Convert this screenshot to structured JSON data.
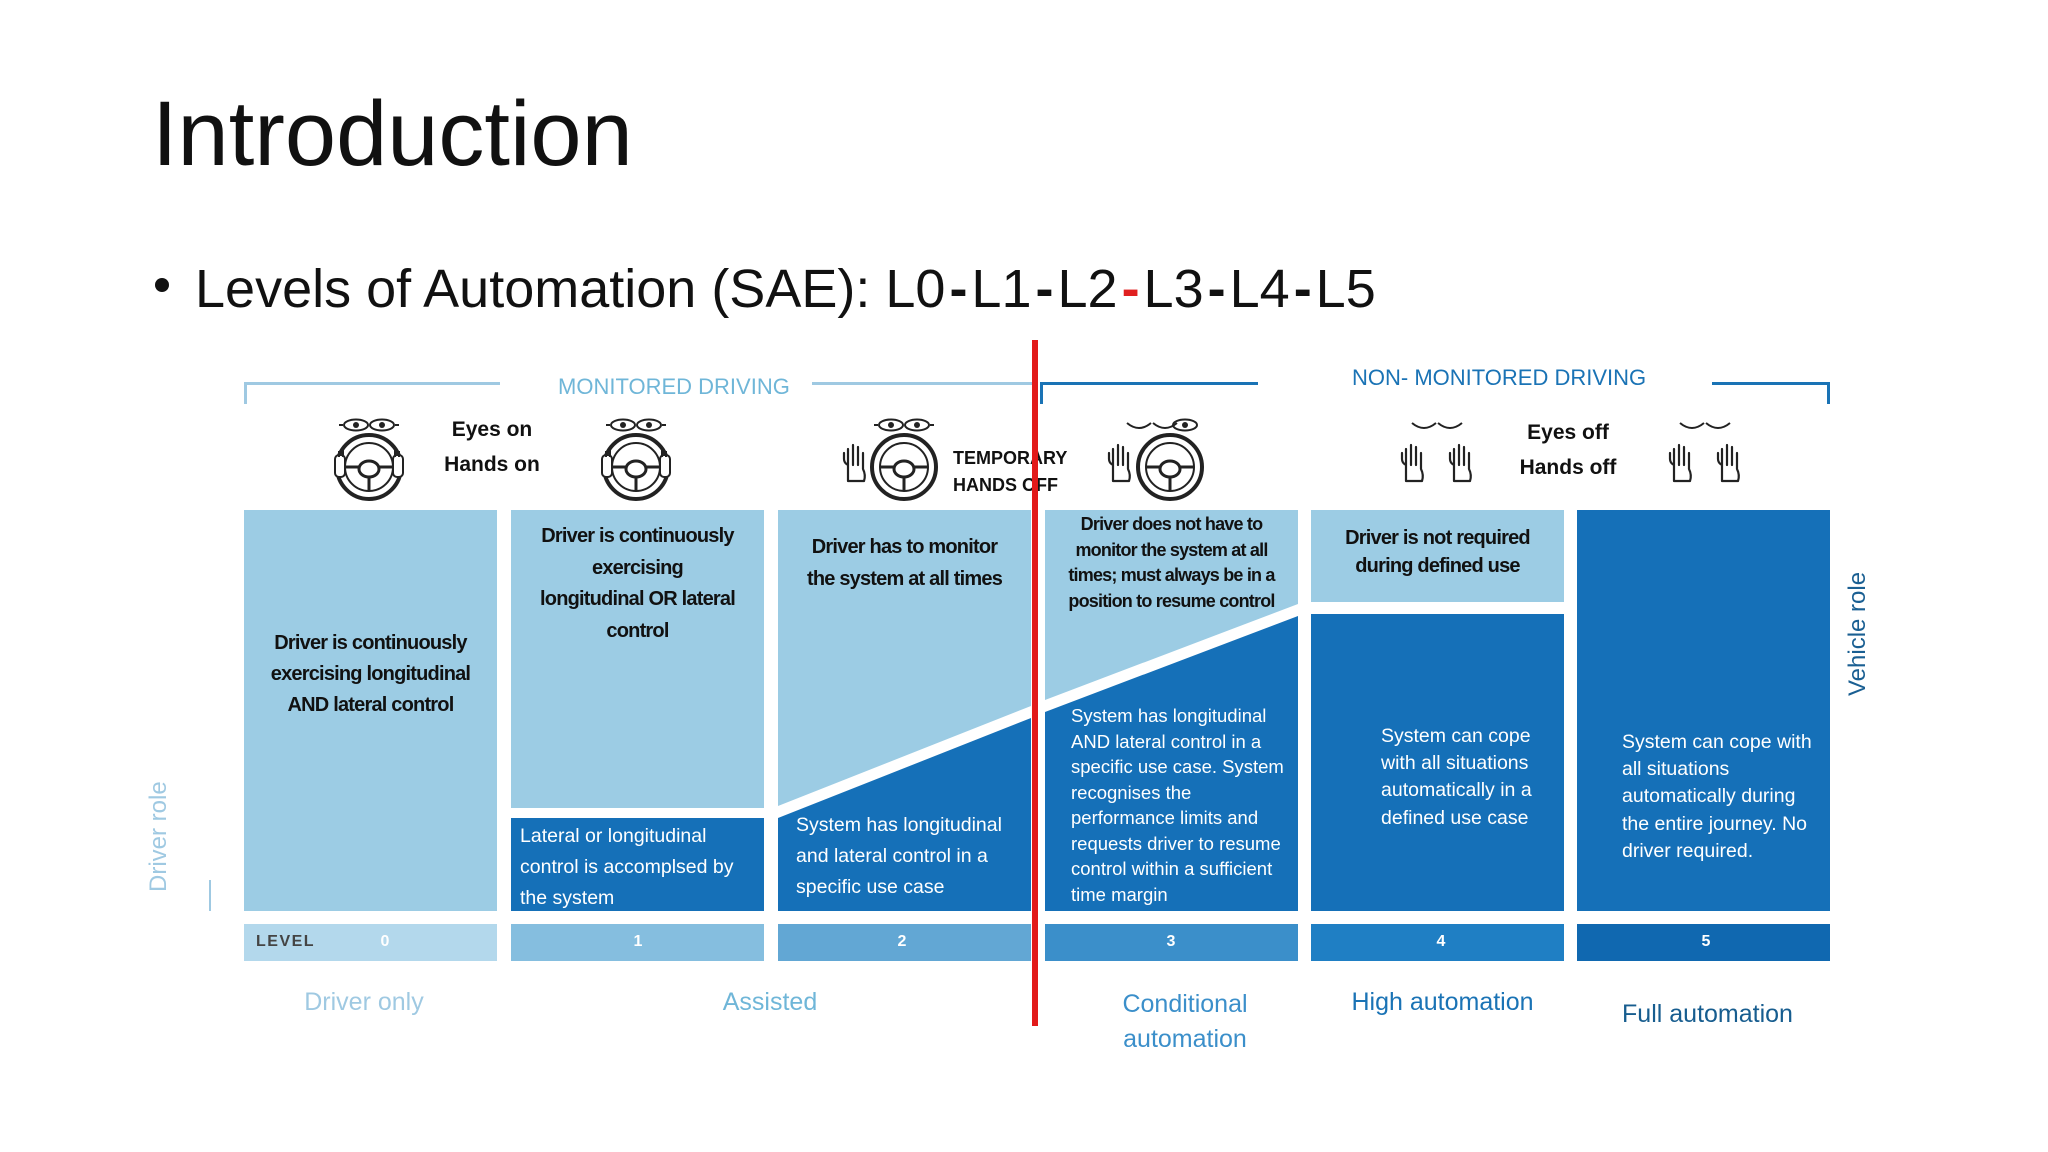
{
  "slide": {
    "title": "Introduction",
    "bullet": {
      "prefix": "Levels of Automation (SAE): ",
      "levels": [
        "L0",
        "L1",
        "L2",
        "L3",
        "L4",
        "L5"
      ],
      "separator": "-"
    }
  },
  "diagram": {
    "monitored_header": "MONITORED DRIVING",
    "non_monitored_header": "NON- MONITORED DRIVING",
    "eyes_on": "Eyes on",
    "hands_on": "Hands on",
    "eyes_off": "Eyes off",
    "hands_off": "Hands off",
    "temporary": "TEMPORARY",
    "temp_hands_off": "HANDS OFF",
    "driver_role": "Driver role",
    "vehicle_role": "Vehicle role",
    "level_label": "LEVEL",
    "levels": [
      {
        "num": "0",
        "driver_text": "Driver is continuously exercising longitudinal AND lateral control",
        "system_text": "",
        "category": "Driver only"
      },
      {
        "num": "1",
        "driver_text": "Driver is continuously exercising longitudinal OR lateral control",
        "system_text": "Lateral or longitudinal control is accomplsed by the system",
        "category": "Assisted"
      },
      {
        "num": "2",
        "driver_text": "Driver has to monitor the system at all times",
        "system_text": "System has longitudinal and lateral control in a specific use case",
        "category": ""
      },
      {
        "num": "3",
        "driver_text": "Driver does not have to monitor the system at all times; must always be in a position to resume control",
        "system_text": "System has longitudinal AND lateral control in a specific use case. System recognises the performance limits and requests driver to resume control within a sufficient time margin",
        "category": "Conditional automation"
      },
      {
        "num": "4",
        "driver_text": "Driver is not required during defined use",
        "system_text": "System can cope with all situations automatically in a defined use case",
        "category": "High automation"
      },
      {
        "num": "5",
        "driver_text": "",
        "system_text": "System can cope with all situations automatically during the entire journey. No driver required.",
        "category": "Full automation"
      }
    ],
    "colors": {
      "driver_light": "#9ccce4",
      "system_blue": "#1570b8",
      "system_mid": "#1a7ac2",
      "red_marker": "#e21a1a",
      "monitored_header": "#6fb6d8",
      "non_monitored_header": "#1a73b5"
    }
  }
}
